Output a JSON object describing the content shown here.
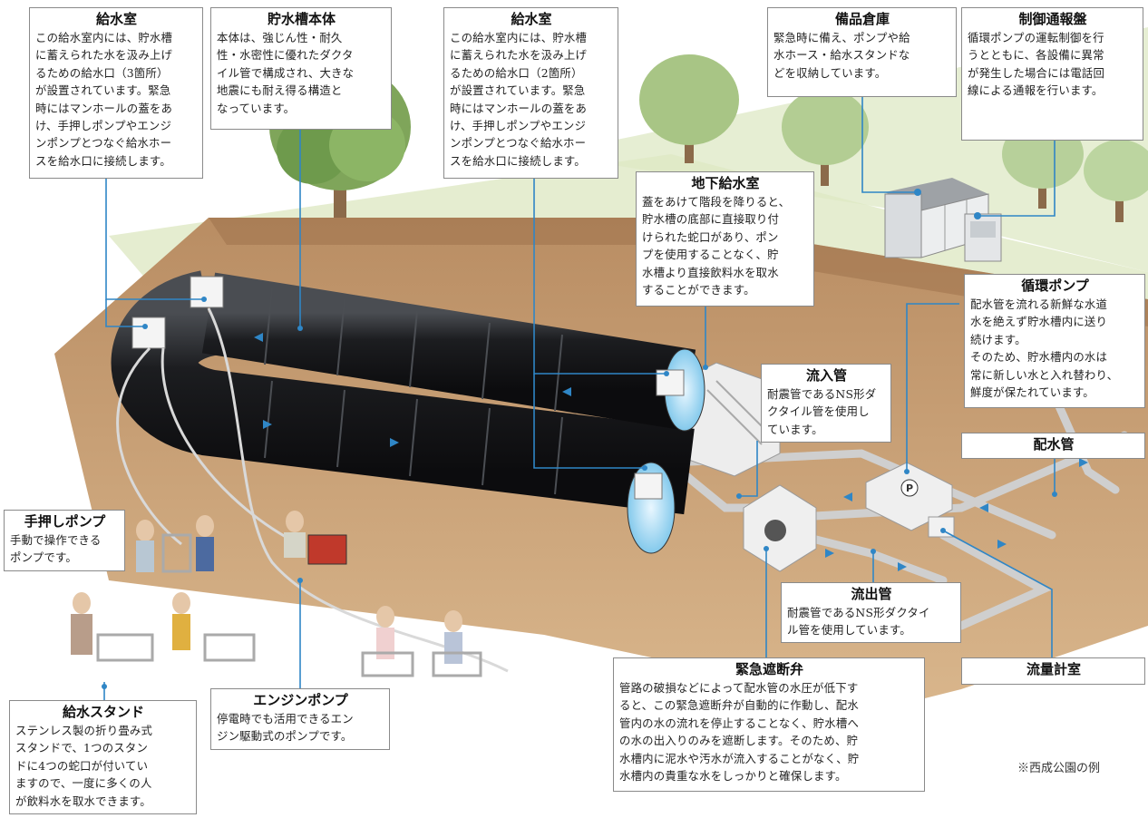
{
  "callouts": {
    "kyusui_left": {
      "title": "給水室",
      "body": "この給水室内には、貯水槽\nに蓄えられた水を汲み上げ\nるための給水口（3箇所）\nが設置されています。緊急\n時にはマンホールの蓋をあ\nけ、手押しポンプやエンジ\nンポンプとつなぐ給水ホー\nスを給水口に接続します。"
    },
    "tank_body": {
      "title": "貯水槽本体",
      "body": "本体は、強じん性・耐久\n性・水密性に優れたダクタ\nイル管で構成され、大きな\n地震にも耐え得る構造と\nなっています。"
    },
    "kyusui_center": {
      "title": "給水室",
      "body": "この給水室内には、貯水槽\nに蓄えられた水を汲み上げ\nるための給水口（2箇所）\nが設置されています。緊急\n時にはマンホールの蓋をあ\nけ、手押しポンプやエンジ\nンポンプとつなぐ給水ホー\nスを給水口に接続します。"
    },
    "storehouse": {
      "title": "備品倉庫",
      "body": "緊急時に備え、ポンプや給\n水ホース・給水スタンドな\nどを収納しています。"
    },
    "control_panel": {
      "title": "制御通報盤",
      "body": "循環ポンプの運転制御を行\nうとともに、各設備に異常\nが発生した場合には電話回\n線による通報を行います。"
    },
    "underground_room": {
      "title": "地下給水室",
      "body": "蓋をあけて階段を降りると、\n貯水槽の底部に直接取り付\nけられた蛇口があり、ポン\nプを使用することなく、貯\n水槽より直接飲料水を取水\nすることができます。"
    },
    "circulation_pump": {
      "title": "循環ポンプ",
      "body": "配水管を流れる新鮮な水道\n水を絶えず貯水槽内に送り\n続けます。\nそのため、貯水槽内の水は\n常に新しい水と入れ替わり、\n鮮度が保たれています。"
    },
    "inflow_pipe": {
      "title": "流入管",
      "body": "耐震管であるNS形ダ\nクタイル管を使用し\nています。"
    },
    "distribution_pipe": {
      "title": "配水管",
      "body": ""
    },
    "hand_pump": {
      "title": "手押しポンプ",
      "body": "手動で操作できる\nポンプです。"
    },
    "outflow_pipe": {
      "title": "流出管",
      "body": "耐震管であるNS形ダクタイ\nル管を使用しています。"
    },
    "shutoff_valve": {
      "title": "緊急遮断弁",
      "body": "管路の破損などによって配水管の水圧が低下す\nると、この緊急遮断弁が自動的に作動し、配水\n管内の水の流れを停止することなく、貯水槽へ\nの水の出入りのみを遮断します。そのため、貯\n水槽内に泥水や汚水が流入することがなく、貯\n水槽内の貴重な水をしっかりと確保します。"
    },
    "flow_meter_room": {
      "title": "流量計室",
      "body": ""
    },
    "water_stand": {
      "title": "給水スタンド",
      "body": "ステンレス製の折り畳み式\nスタンドで、1つのスタン\nドに4つの蛇口が付いてい\nますので、一度に多くの人\nが飲料水を取水できます。"
    },
    "engine_pump": {
      "title": "エンジンポンプ",
      "body": "停電時でも活用できるエン\nジン駆動式のポンプです。"
    }
  },
  "note": "※西成公園の例",
  "colors": {
    "leader": "#2f86c6",
    "tank": "#202124",
    "soil": "#c9a27a",
    "grass": "#d7e3b9",
    "pipe": "#d8d8d8",
    "water": "#8fd0ef"
  }
}
